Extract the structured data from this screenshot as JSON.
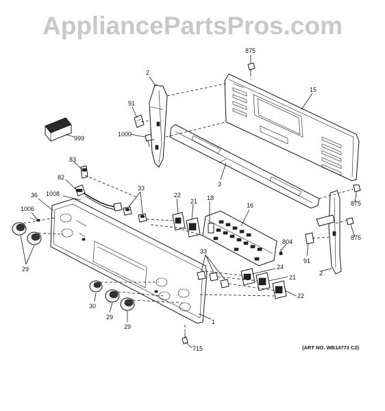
{
  "watermark": "AppliancePartsPros.com",
  "art_number": "(ART NO. WB14773 C2)",
  "callouts": {
    "c875a": "875",
    "c15": "15",
    "c2a": "2",
    "c91a": "91",
    "c1000": "1000",
    "c999": "999",
    "c3": "3",
    "c83": "83",
    "c82": "82",
    "c33a": "33",
    "c1008": "1008",
    "c36": "36",
    "c1006": "1006",
    "c29a": "29",
    "c22a": "22",
    "c21a": "21",
    "c18": "18",
    "c16": "16",
    "c875b": "875",
    "c875c": "875",
    "c804": "804",
    "c91b": "91",
    "c2b": "2",
    "c33b": "33",
    "c24": "24",
    "c21b": "21",
    "c22b": "22",
    "c30": "30",
    "c29b": "29",
    "c29c": "29",
    "c1": "1",
    "c715": "715"
  }
}
